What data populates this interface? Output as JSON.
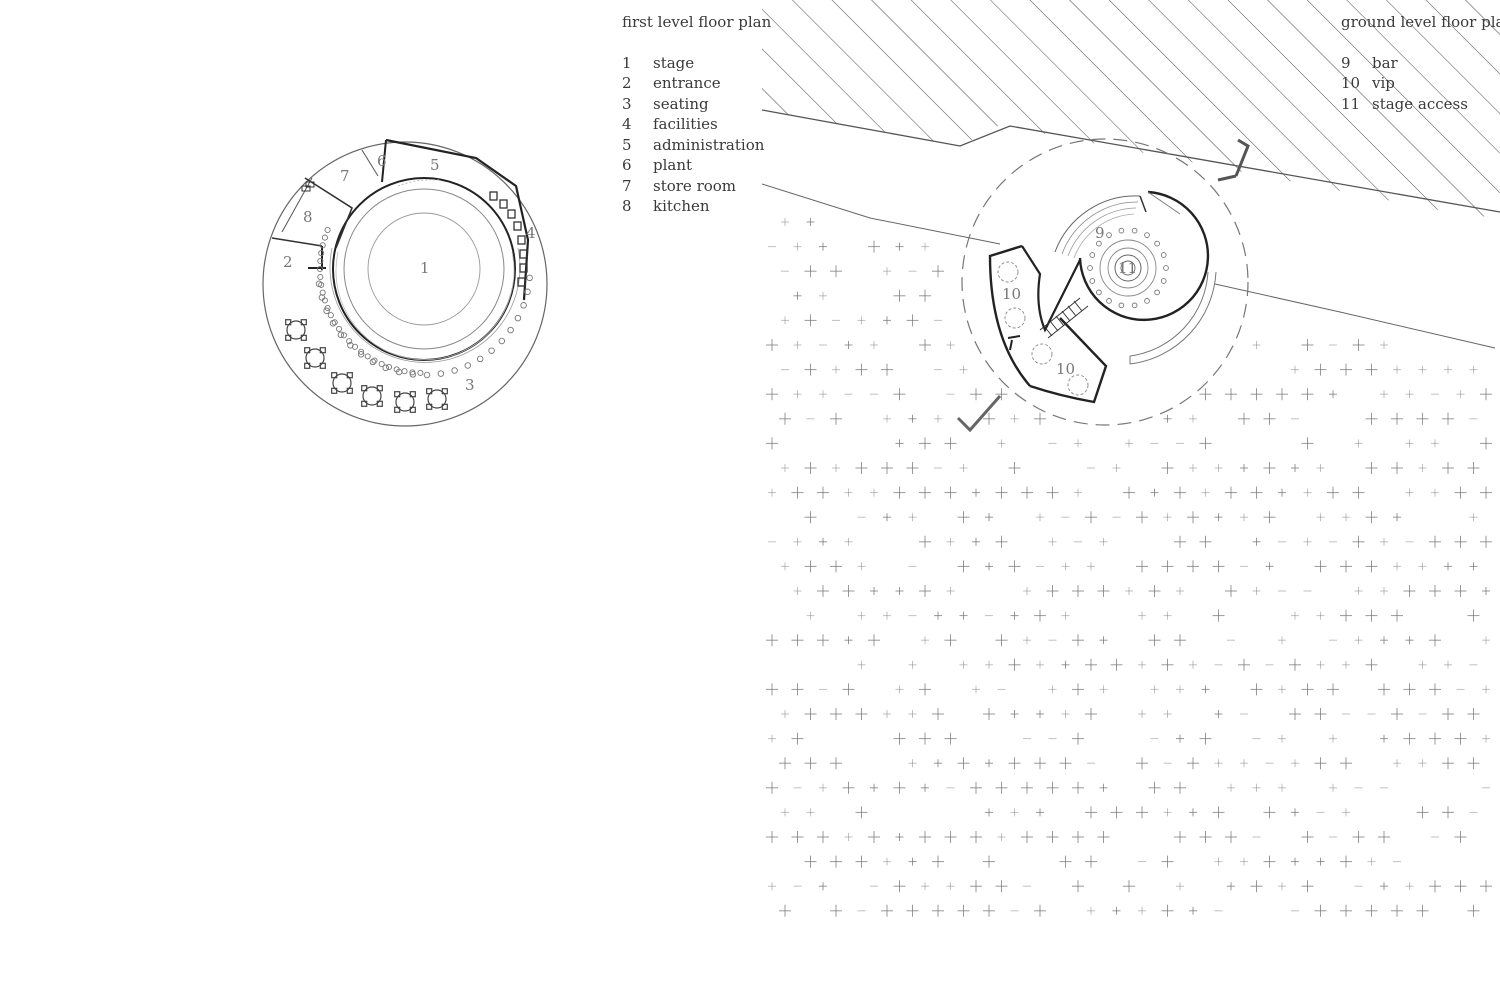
{
  "first_level": {
    "title": "first level floor plan",
    "legend": [
      {
        "num": "1",
        "label": "stage"
      },
      {
        "num": "2",
        "label": "entrance"
      },
      {
        "num": "3",
        "label": "seating"
      },
      {
        "num": "4",
        "label": "facilities"
      },
      {
        "num": "5",
        "label": "administration"
      },
      {
        "num": "6",
        "label": "plant"
      },
      {
        "num": "7",
        "label": "store room"
      },
      {
        "num": "8",
        "label": "kitchen"
      }
    ],
    "plan_labels": [
      "1",
      "2",
      "3",
      "4",
      "5",
      "6",
      "7",
      "8"
    ]
  },
  "ground_level": {
    "title": "ground level floor plan",
    "legend": [
      {
        "num": "9",
        "label": "bar"
      },
      {
        "num": "10",
        "label": "vip"
      },
      {
        "num": "11",
        "label": "stage access"
      }
    ],
    "plan_labels": [
      "9",
      "10",
      "10",
      "11"
    ]
  }
}
